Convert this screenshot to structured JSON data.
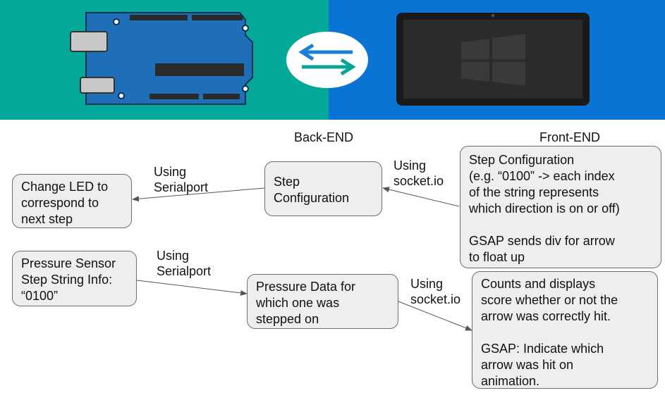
{
  "columns": {
    "backend": "Back-END",
    "frontend": "Front-END"
  },
  "boxes": {
    "change_led": "Change LED to\ncorrespond to\nnext step",
    "step_config_backend": "Step\nConfiguration",
    "step_config_frontend": "Step Configuration\n(e.g. “0100” -> each index\nof the string represents\nwhich direction is on or off)\n\nGSAP sends div for arrow\nto float up",
    "pressure_sensor": "Pressure Sensor\nStep String Info:\n“0100”",
    "pressure_data": "Pressure Data for\nwhich one was\nstepped on",
    "score_display": "Counts and displays\nscore whether or not the\narrow was correctly hit.\n\nGSAP: Indicate which\narrow was hit on\nanimation."
  },
  "edges": {
    "serialport_top": "Using\nSerialport",
    "socketio_top": "Using\nsocket.io",
    "serialport_bottom": "Using\nSerialport",
    "socketio_bottom": "Using\nsocket.io"
  },
  "colors": {
    "backend_band": "#03a899",
    "frontend_band": "#0a74d4",
    "exchange_arrow_left": "#1a7fd6",
    "exchange_arrow_right": "#0aa596"
  }
}
